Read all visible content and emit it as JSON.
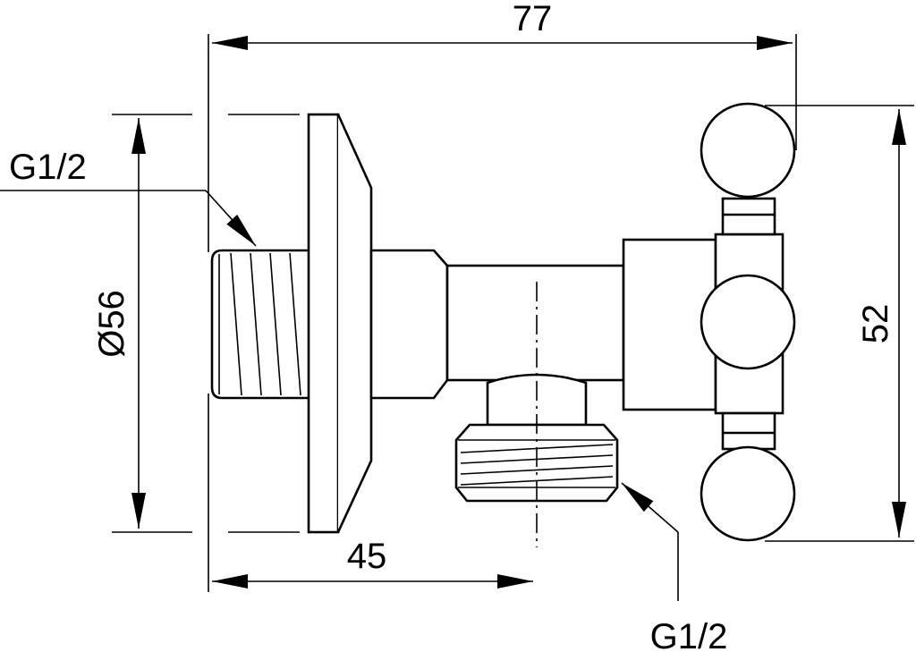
{
  "dimensions": {
    "overall_length": "77",
    "flange_diameter": "Ø56",
    "outlet_offset": "45",
    "height": "52"
  },
  "labels": {
    "inlet_thread": "G1/2",
    "outlet_thread": "G1/2"
  }
}
